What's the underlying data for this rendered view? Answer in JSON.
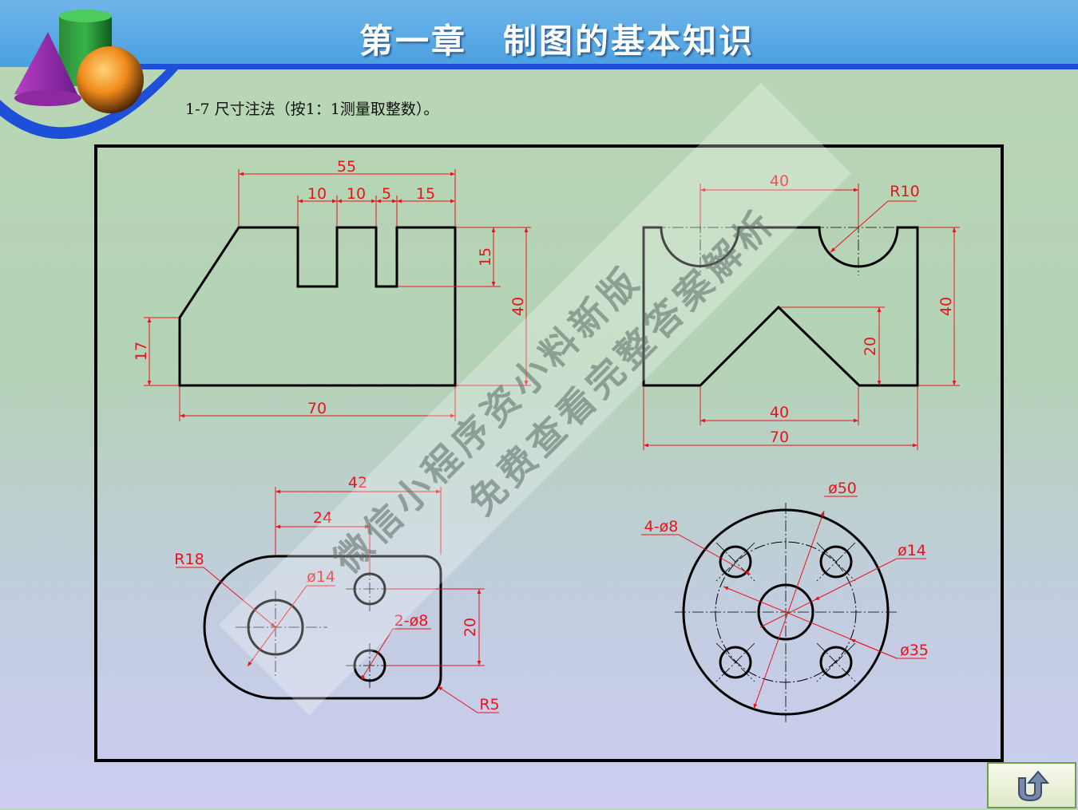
{
  "header": {
    "title": "第一章　制图的基本知识"
  },
  "exercise": {
    "caption": "1-7 尺寸注法（按1：1测量取整数）。"
  },
  "watermark": {
    "line1": "微信小程序资小料新版",
    "line2": "免费查看完整答案解析"
  },
  "figures": {
    "front_view": {
      "dims": [
        "55",
        "10",
        "10",
        "5",
        "15",
        "15",
        "40",
        "17",
        "70"
      ]
    },
    "side_view": {
      "dims": [
        "40",
        "R10",
        "40",
        "20",
        "40",
        "70"
      ]
    },
    "plate": {
      "dims": [
        "42",
        "24",
        "R18",
        "ø14",
        "2-ø8",
        "20",
        "R5"
      ]
    },
    "flange": {
      "dims": [
        "ø50",
        "4-ø8",
        "ø14",
        "ø35"
      ]
    }
  },
  "colors": {
    "dimension": "#e8141c",
    "outline": "#000000",
    "header": "#4aa0e0",
    "stripe": "#1d4fd8"
  },
  "nav": {
    "return_icon": "u-turn-arrow-icon"
  }
}
